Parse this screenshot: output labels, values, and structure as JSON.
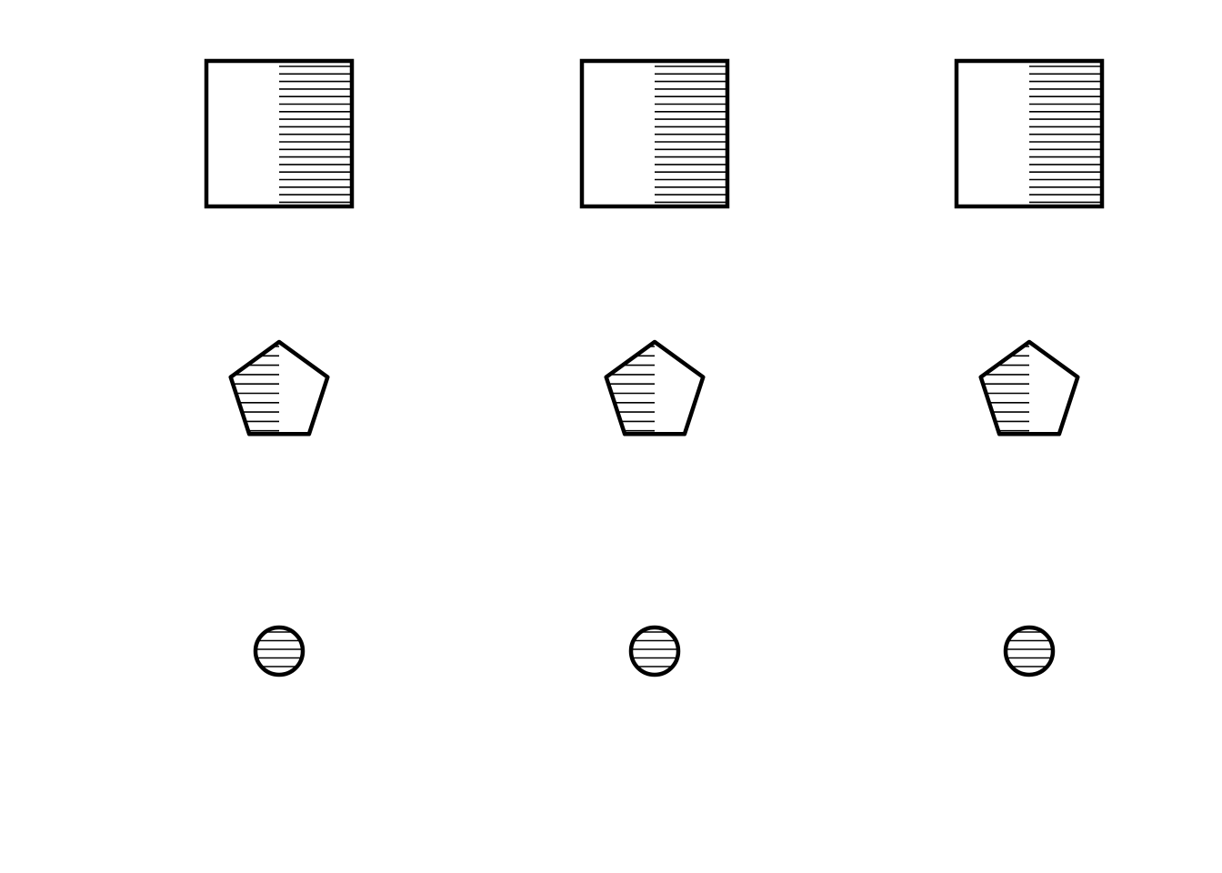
{
  "figure": {
    "background": "#ffffff",
    "stroke_color": "#000000",
    "hatch_color": "#000000",
    "rows": [
      {
        "shape": "square",
        "hatched_half": "right",
        "hatch_style": "horizontal-lines",
        "count": 3
      },
      {
        "shape": "pentagon",
        "hatched_half": "left",
        "hatch_style": "horizontal-lines",
        "count": 3
      },
      {
        "shape": "circle",
        "hatched_half": "full",
        "hatch_style": "horizontal-lines",
        "count": 3
      }
    ]
  }
}
